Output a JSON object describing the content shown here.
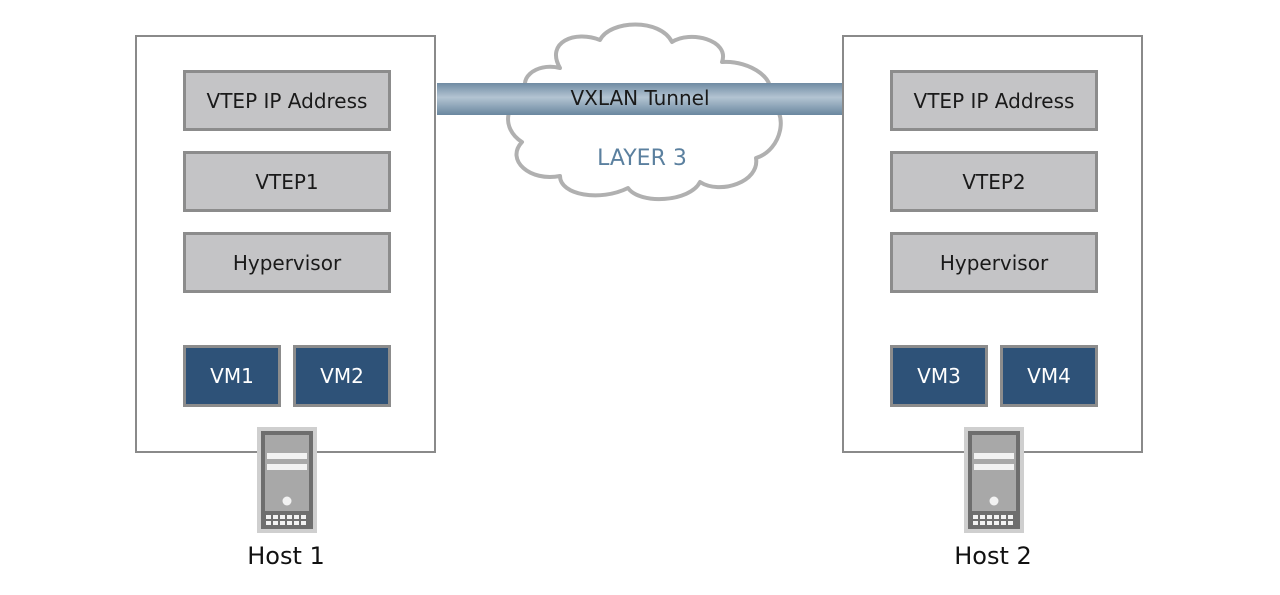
{
  "diagram": {
    "network": {
      "cloud_label": "LAYER 3",
      "tunnel_label": "VXLAN Tunnel"
    },
    "hosts": [
      {
        "name": "Host 1",
        "layers": [
          "VTEP IP Address",
          "VTEP1",
          "Hypervisor"
        ],
        "vms": [
          "VM1",
          "VM2"
        ]
      },
      {
        "name": "Host 2",
        "layers": [
          "VTEP IP Address",
          "VTEP2",
          "Hypervisor"
        ],
        "vms": [
          "VM3",
          "VM4"
        ]
      }
    ],
    "colors": {
      "layer_fill": "#c4c4c6",
      "vm_fill": "#2e5278",
      "tunnel": "#8aa3b8",
      "cloud_text": "#5b809f",
      "border": "#8c8c8c"
    }
  }
}
